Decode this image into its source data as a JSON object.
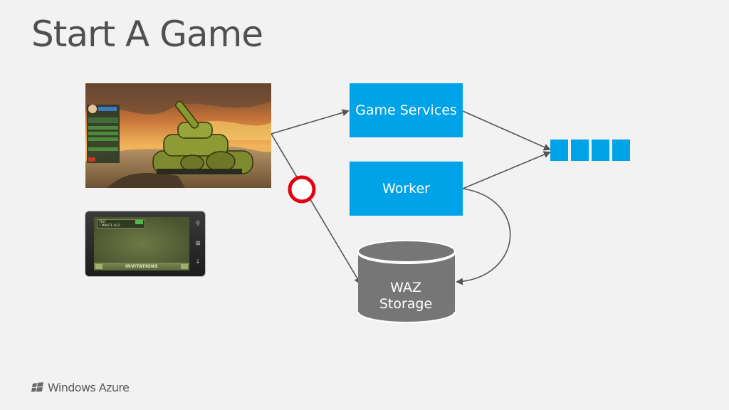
{
  "title": "Start A Game",
  "nodes": {
    "game_services": "Game Services",
    "worker": "Worker",
    "storage_line1": "WAZ",
    "storage_line2": "Storage"
  },
  "queue": {
    "cells": 4
  },
  "phone": {
    "banner_label": "INVITATIONS",
    "top_line1": "TEST",
    "top_line2": "7 MINUTE AGO"
  },
  "brand": {
    "name": "Windows Azure",
    "icon": "windows-flag-icon"
  },
  "colors": {
    "accent": "#00a2e8",
    "storage": "#767676",
    "connector": "#555555",
    "blocked_marker": "#e3000f"
  }
}
